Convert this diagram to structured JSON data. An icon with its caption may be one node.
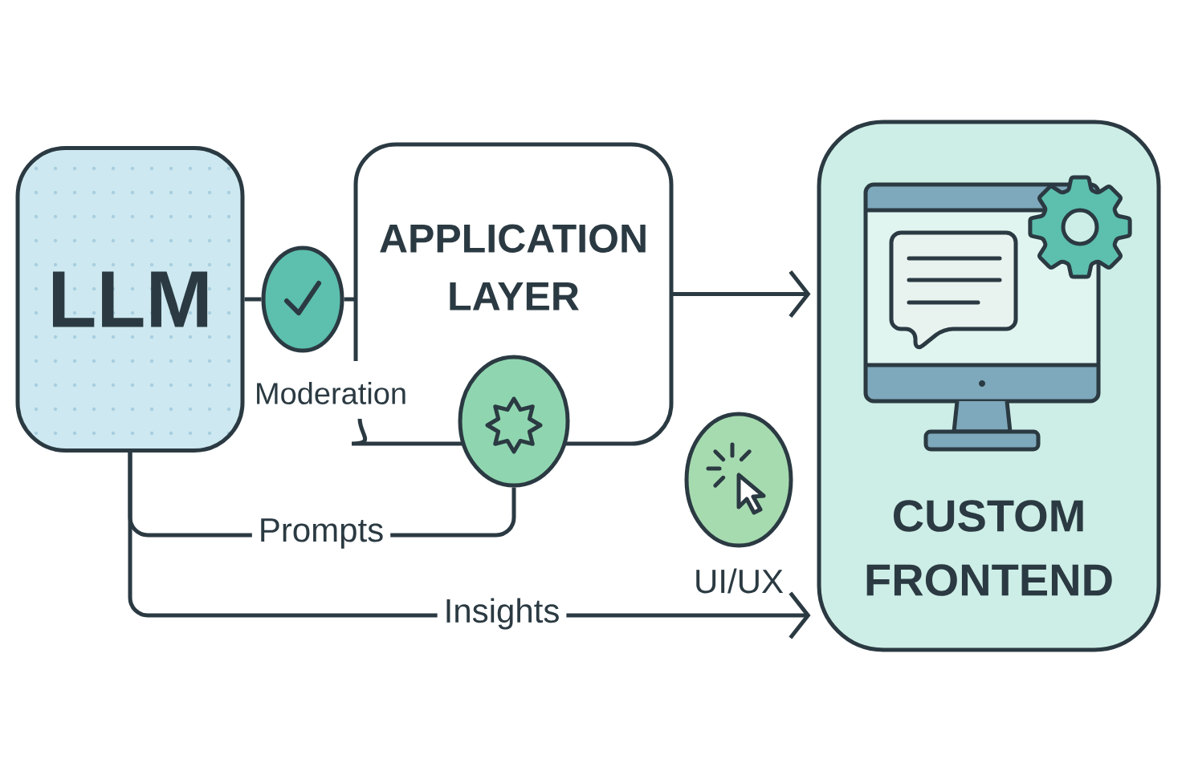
{
  "diagram": {
    "nodes": [
      {
        "text": [
          "LLM"
        ]
      },
      {
        "text": [],
        "shape": "circle"
      },
      {
        "text": [
          "APPLICATION LAYER"
        ]
      },
      {
        "text": [],
        "shape": "circle"
      },
      {
        "text": [],
        "shape": "circle",
        "beside": [
          "UI/UX"
        ]
      },
      {
        "text": [
          "CUSTOM FRONTEND"
        ]
      }
    ],
    "edges": [
      {
        "from": 0,
        "to": 1,
        "arrow": "none"
      },
      {
        "from": 1,
        "to": 2,
        "arrow": "none"
      },
      {
        "from": 2,
        "to": 5,
        "arrow": "to"
      },
      {
        "from": 0,
        "to": 3,
        "arrow": "none",
        "label": "Prompts"
      },
      {
        "from": 0,
        "to": 5,
        "arrow": "to",
        "label": "Insights"
      }
    ],
    "labels": [
      "Moderation"
    ]
  }
}
